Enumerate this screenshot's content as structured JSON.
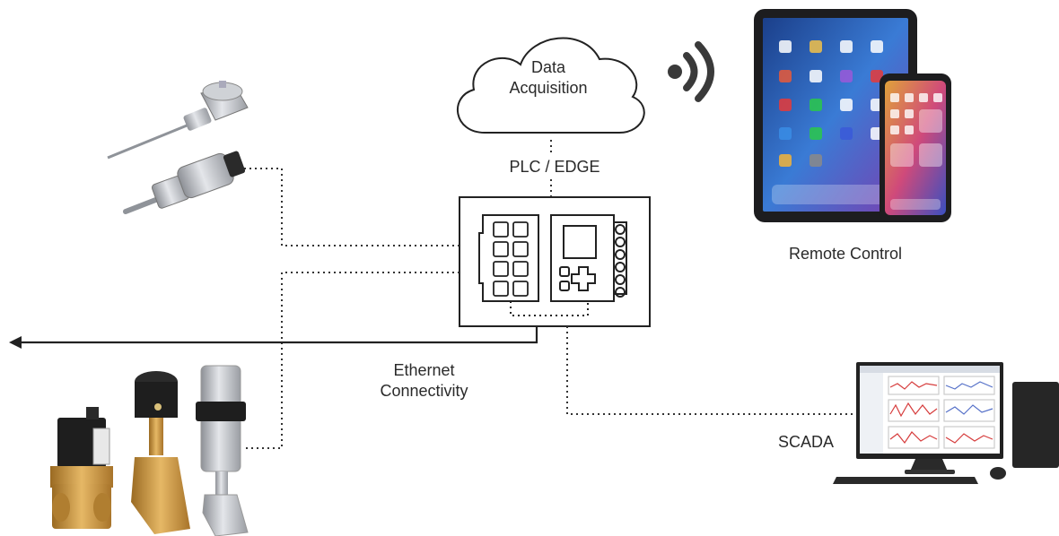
{
  "cloud": {
    "line1": "Data",
    "line2": "Acquisition"
  },
  "plc_label": "PLC / EDGE",
  "remote_label": "Remote Control",
  "ethernet": {
    "line1": "Ethernet",
    "line2": "Connectivity"
  },
  "scada_label": "SCADA",
  "colors": {
    "line": "#222222",
    "dotted": "#333333",
    "metal": "#b8bcc2",
    "brass": "#c8973f",
    "device_dark": "#1d1d1f",
    "screen_blue": "#1f5fb8",
    "trend_red": "#d63c3c",
    "trend_blue": "#5570c8"
  },
  "icons": [
    "cloud-icon",
    "wireless-signal-icon",
    "tablet-icon",
    "smartphone-icon",
    "plc-controller-icon",
    "temperature-sensor-icon",
    "pressure-transmitter-icon",
    "solenoid-valve-icon",
    "angle-seat-valve-icon",
    "desktop-computer-icon"
  ]
}
